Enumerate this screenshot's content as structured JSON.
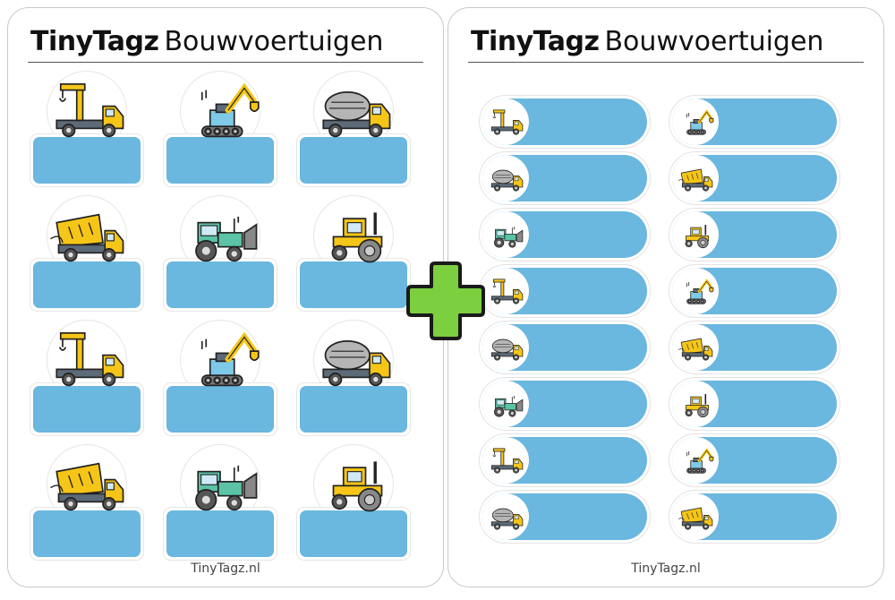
{
  "sheets": [
    {
      "brand": "TinyTagz",
      "subtitle": "Bouwvoertuigen",
      "footer": "TinyTagz.nl"
    },
    {
      "brand": "TinyTagz",
      "subtitle": "Bouwvoertuigen",
      "footer": "TinyTagz.nl"
    }
  ],
  "colors": {
    "label_blue": "#6ab7df",
    "plus_green": "#7ccf3f",
    "vehicle_yellow": "#f5c518",
    "vehicle_grey": "#5d6a78",
    "tractor_teal": "#5cc3a6"
  },
  "big_tags": [
    "crane-truck",
    "excavator",
    "cement-mixer",
    "dump-truck",
    "tractor",
    "road-roller",
    "crane-truck",
    "excavator",
    "cement-mixer",
    "dump-truck",
    "tractor",
    "road-roller"
  ],
  "name_strips": [
    "crane-truck",
    "excavator",
    "cement-mixer",
    "dump-truck",
    "tractor",
    "road-roller",
    "crane-truck",
    "excavator",
    "cement-mixer",
    "dump-truck",
    "tractor",
    "road-roller",
    "crane-truck",
    "excavator",
    "cement-mixer",
    "dump-truck"
  ]
}
